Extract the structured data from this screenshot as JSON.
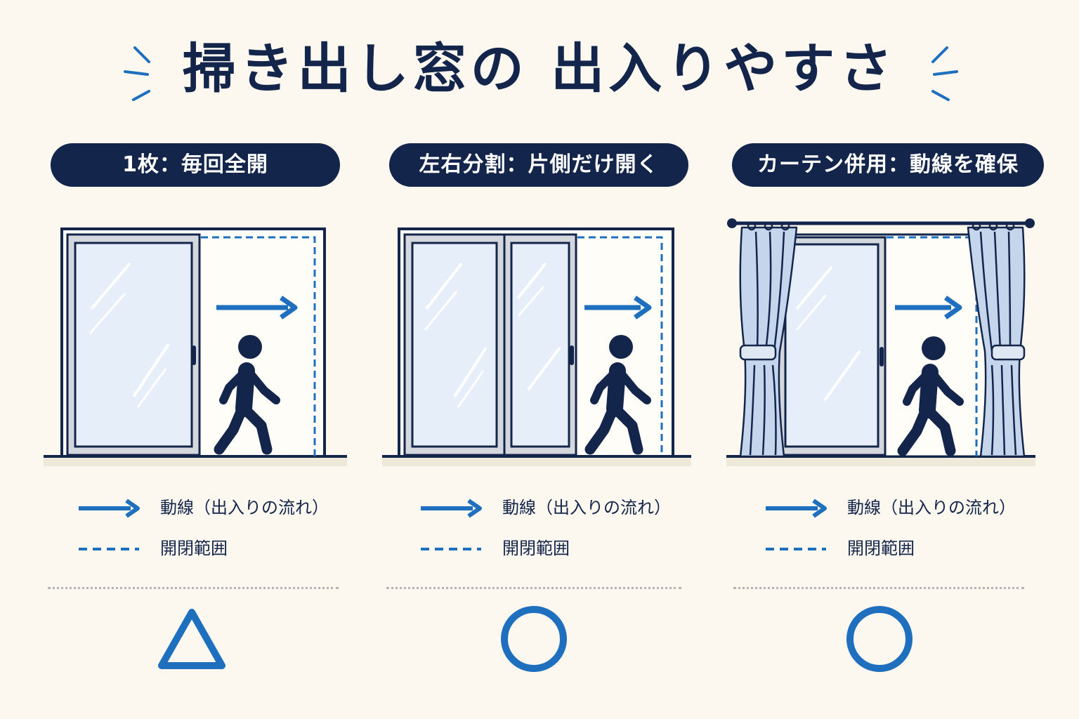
{
  "title": "掃き出し窓の 出入りやすさ",
  "colors": {
    "navy": "#13254a",
    "blue": "#1f6fbf",
    "glass": "#e6eff9",
    "frame": "#cfd3d8",
    "curtain": "#c5d6ec",
    "background": "#fcf8f0"
  },
  "panels": [
    {
      "label": "1枚：毎回全開",
      "scene": "single-sliding-window",
      "legend": {
        "arrow_label": "動線（出入りの流れ）",
        "dashed_label": "開閉範囲"
      },
      "rating": "triangle"
    },
    {
      "label": "左右分割：片側だけ開く",
      "scene": "split-sliding-window",
      "legend": {
        "arrow_label": "動線（出入りの流れ）",
        "dashed_label": "開閉範囲"
      },
      "rating": "circle"
    },
    {
      "label": "カーテン併用：動線を確保",
      "scene": "window-with-curtains",
      "legend": {
        "arrow_label": "動線（出入りの流れ）",
        "dashed_label": "開閉範囲"
      },
      "rating": "circle"
    }
  ]
}
